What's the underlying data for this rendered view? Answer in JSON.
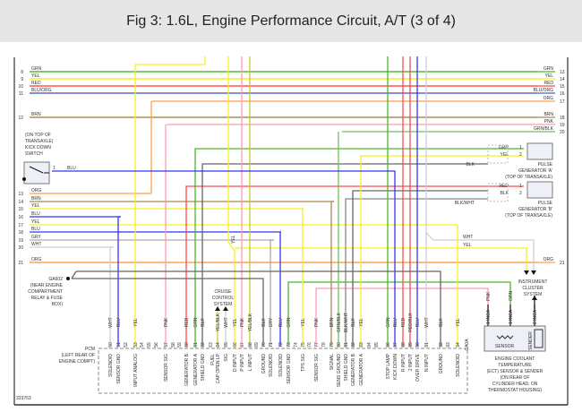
{
  "title": "Fig 3: 1.6L, Engine Performance Circuit, A/T (3 of 4)",
  "figure_id": "333763",
  "wire_colors": {
    "GRN": "#4cb82a",
    "YEL": "#f6f020",
    "RED": "#ff4b4b",
    "BLU": "#3535f0",
    "BLU/ORG": "#5b5bd0",
    "ORG": "#ffa04a",
    "BRN": "#a58a4f",
    "PNK": "#ff9cb0",
    "GRN/BLK": "#72bf5e",
    "BLK": "#666666",
    "GRY": "#a9a9a9",
    "WHT": "#cfcfcf",
    "YEL/BLK": "#c8c83a",
    "RED/BLK": "#e05555",
    "BLK/WHT": "#888888"
  },
  "left_lines": [
    {
      "num": "8",
      "color": "GRN"
    },
    {
      "num": "9",
      "color": "YEL"
    },
    {
      "num": "10",
      "color": "RED"
    },
    {
      "num": "11",
      "color": "BLU/ORG"
    },
    {
      "num": "12",
      "color": "BRN"
    },
    {
      "num": "13",
      "color": "ORG"
    },
    {
      "num": "14",
      "color": "BRN"
    },
    {
      "num": "15",
      "color": "YEL"
    },
    {
      "num": "16",
      "color": "BLU"
    },
    {
      "num": "17",
      "color": "YEL"
    },
    {
      "num": "18",
      "color": "BLU"
    },
    {
      "num": "19",
      "color": "GRY"
    },
    {
      "num": "20",
      "color": "WHT"
    },
    {
      "num": "21",
      "color": "ORG"
    }
  ],
  "right_lines": [
    {
      "num": "13",
      "color": "GRN"
    },
    {
      "num": "14",
      "color": "YEL"
    },
    {
      "num": "15",
      "color": "RED"
    },
    {
      "num": "16",
      "color": "BLU/ORG"
    },
    {
      "num": "17",
      "color": "ORG"
    },
    {
      "num": "18",
      "color": "BRN"
    },
    {
      "num": "19",
      "color": "PNK"
    },
    {
      "num": "20",
      "color": "GRN/BLK"
    },
    {
      "num": "21",
      "color": "ORG"
    }
  ],
  "kick_down_switch": {
    "label": [
      "(ON TOP OF",
      "TRANSAXLE)",
      "KICK DOWN",
      "SWITCH"
    ],
    "pin": "1",
    "wire": "BLU"
  },
  "pulse_gen_a": {
    "label": [
      "PULSE",
      "GENERATOR 'A'",
      "(TOP OF TRANSAXLE)"
    ],
    "pins": [
      {
        "wire": "GRN",
        "num": "1"
      },
      {
        "wire": "YEL",
        "num": "2"
      }
    ],
    "ground_wire": "BLK"
  },
  "pulse_gen_b": {
    "label": [
      "PULSE",
      "GENERATOR 'B'",
      "(TOP OF TRANSAXLE)"
    ],
    "pins": [
      {
        "wire": "RED",
        "num": "1"
      },
      {
        "wire": "BLK",
        "num": "2"
      }
    ],
    "ground_wire": "BLK/WHT"
  },
  "ground": {
    "label": [
      "GA602",
      "(NEAR ENGINE",
      "COMPARTMENT",
      "RELAY & FUSE",
      "BOX)"
    ]
  },
  "cruise": {
    "label": [
      "CRUISE",
      "CONTROL",
      "SYSTEM"
    ]
  },
  "cluster": {
    "label": [
      "INSTRUMENT",
      "CLUSTER",
      "SYSTEM"
    ],
    "wires": [
      "WHT",
      "YEL"
    ]
  },
  "ect": {
    "label": [
      "ENGINE COOLANT",
      "TEMPERATURE",
      "(ECT) SENSOR & SENDER",
      "(ON REAR OF",
      "CYLINDER HEAD, ON",
      "THERMOSTAT HOUSING)"
    ],
    "sensor": "SENSOR",
    "sender": "SENDER",
    "wires": [
      {
        "wire": "PNK",
        "pin": "1 INCA"
      },
      {
        "wire": "GRN",
        "pin": "1 INCA"
      },
      {
        "wire": "",
        "pin": "2 INCA"
      }
    ]
  },
  "yel_splice_label": "YEL",
  "pcm": {
    "label": [
      "PCM",
      "(LEFT REAR OF",
      "ENGINE COMPT)"
    ],
    "pins": [
      {
        "num": "50",
        "wire": "WHT",
        "name": "SOLENOID"
      },
      {
        "num": "51",
        "wire": "BLU",
        "name": "SENSOR GND"
      },
      {
        "num": "52",
        "wire": "",
        "name": ""
      },
      {
        "num": "53",
        "wire": "YEL",
        "name": "INPUT ANALOG"
      },
      {
        "num": "54",
        "wire": "",
        "name": ""
      },
      {
        "num": "55",
        "wire": "",
        "name": ""
      },
      {
        "num": "56",
        "wire": "",
        "name": ""
      },
      {
        "num": "57",
        "wire": "PNK",
        "name": "SENSOR SIG"
      },
      {
        "num": "58",
        "wire": "",
        "name": ""
      },
      {
        "num": "59",
        "wire": "",
        "name": ""
      },
      {
        "num": "60",
        "wire": "RED",
        "name": "GENERATOR B"
      },
      {
        "num": "61",
        "wire": "GRN",
        "name": "GENERATOR A"
      },
      {
        "num": "62",
        "wire": "BLK",
        "name": "SHIELD GND"
      },
      {
        "num": "63",
        "wire": "",
        "name": ""
      },
      {
        "num": "64",
        "wire": "YEL/BLK",
        "name": "FUEL CAP OPEN LP"
      },
      {
        "num": "65",
        "wire": "WHT",
        "name": "SIG"
      },
      {
        "num": "66",
        "wire": "YEL",
        "name": "D INPUT"
      },
      {
        "num": "67",
        "wire": "PNK",
        "name": "P INPUT"
      },
      {
        "num": "68",
        "wire": "YEL/BLK",
        "name": "L INPUT"
      },
      {
        "num": "69",
        "wire": "",
        "name": ""
      },
      {
        "num": "70",
        "wire": "BLK",
        "name": "GROUND"
      },
      {
        "num": "71",
        "wire": "GRY",
        "name": "SOLENOID"
      },
      {
        "num": "72",
        "wire": "BLU",
        "name": "SOLENOID"
      },
      {
        "num": "73",
        "wire": "GRN",
        "name": "SENSOR GND"
      },
      {
        "num": "74",
        "wire": "",
        "name": ""
      },
      {
        "num": "75",
        "wire": "YEL",
        "name": "TPS SIG"
      },
      {
        "num": "76",
        "wire": "",
        "name": ""
      },
      {
        "num": "77",
        "wire": "PNK",
        "name": "SENSOR SIG"
      },
      {
        "num": "78",
        "wire": "",
        "name": ""
      },
      {
        "num": "79",
        "wire": "BRN",
        "name": "SIGNAL"
      },
      {
        "num": "80",
        "wire": "GRN/BLK",
        "name": "SENS GROUND"
      },
      {
        "num": "81",
        "wire": "BLK/WHT",
        "name": "SHIELD GND"
      },
      {
        "num": "82",
        "wire": "BLK",
        "name": "GENERATOR B"
      },
      {
        "num": "83",
        "wire": "YEL",
        "name": "GENERATOR A"
      },
      {
        "num": "84",
        "wire": "",
        "name": ""
      },
      {
        "num": "85",
        "wire": "",
        "name": ""
      },
      {
        "num": "86",
        "wire": "GRN",
        "name": "STOP LAMP"
      },
      {
        "num": "87",
        "wire": "BLU",
        "name": "KICK DOWN"
      },
      {
        "num": "88",
        "wire": "RED",
        "name": "R INPUT"
      },
      {
        "num": "89",
        "wire": "RED/BLK",
        "name": "2 INPUT"
      },
      {
        "num": "90",
        "wire": "BLU",
        "name": "OVER DRIVE"
      },
      {
        "num": "91",
        "wire": "WHT",
        "name": "N INPUT"
      },
      {
        "num": "92",
        "wire": "BLK",
        "name": "GROUND"
      },
      {
        "num": "93",
        "wire": "",
        "name": ""
      },
      {
        "num": "94",
        "wire": "YEL",
        "name": "SOLENOID"
      }
    ],
    "connector": "CA0A"
  }
}
